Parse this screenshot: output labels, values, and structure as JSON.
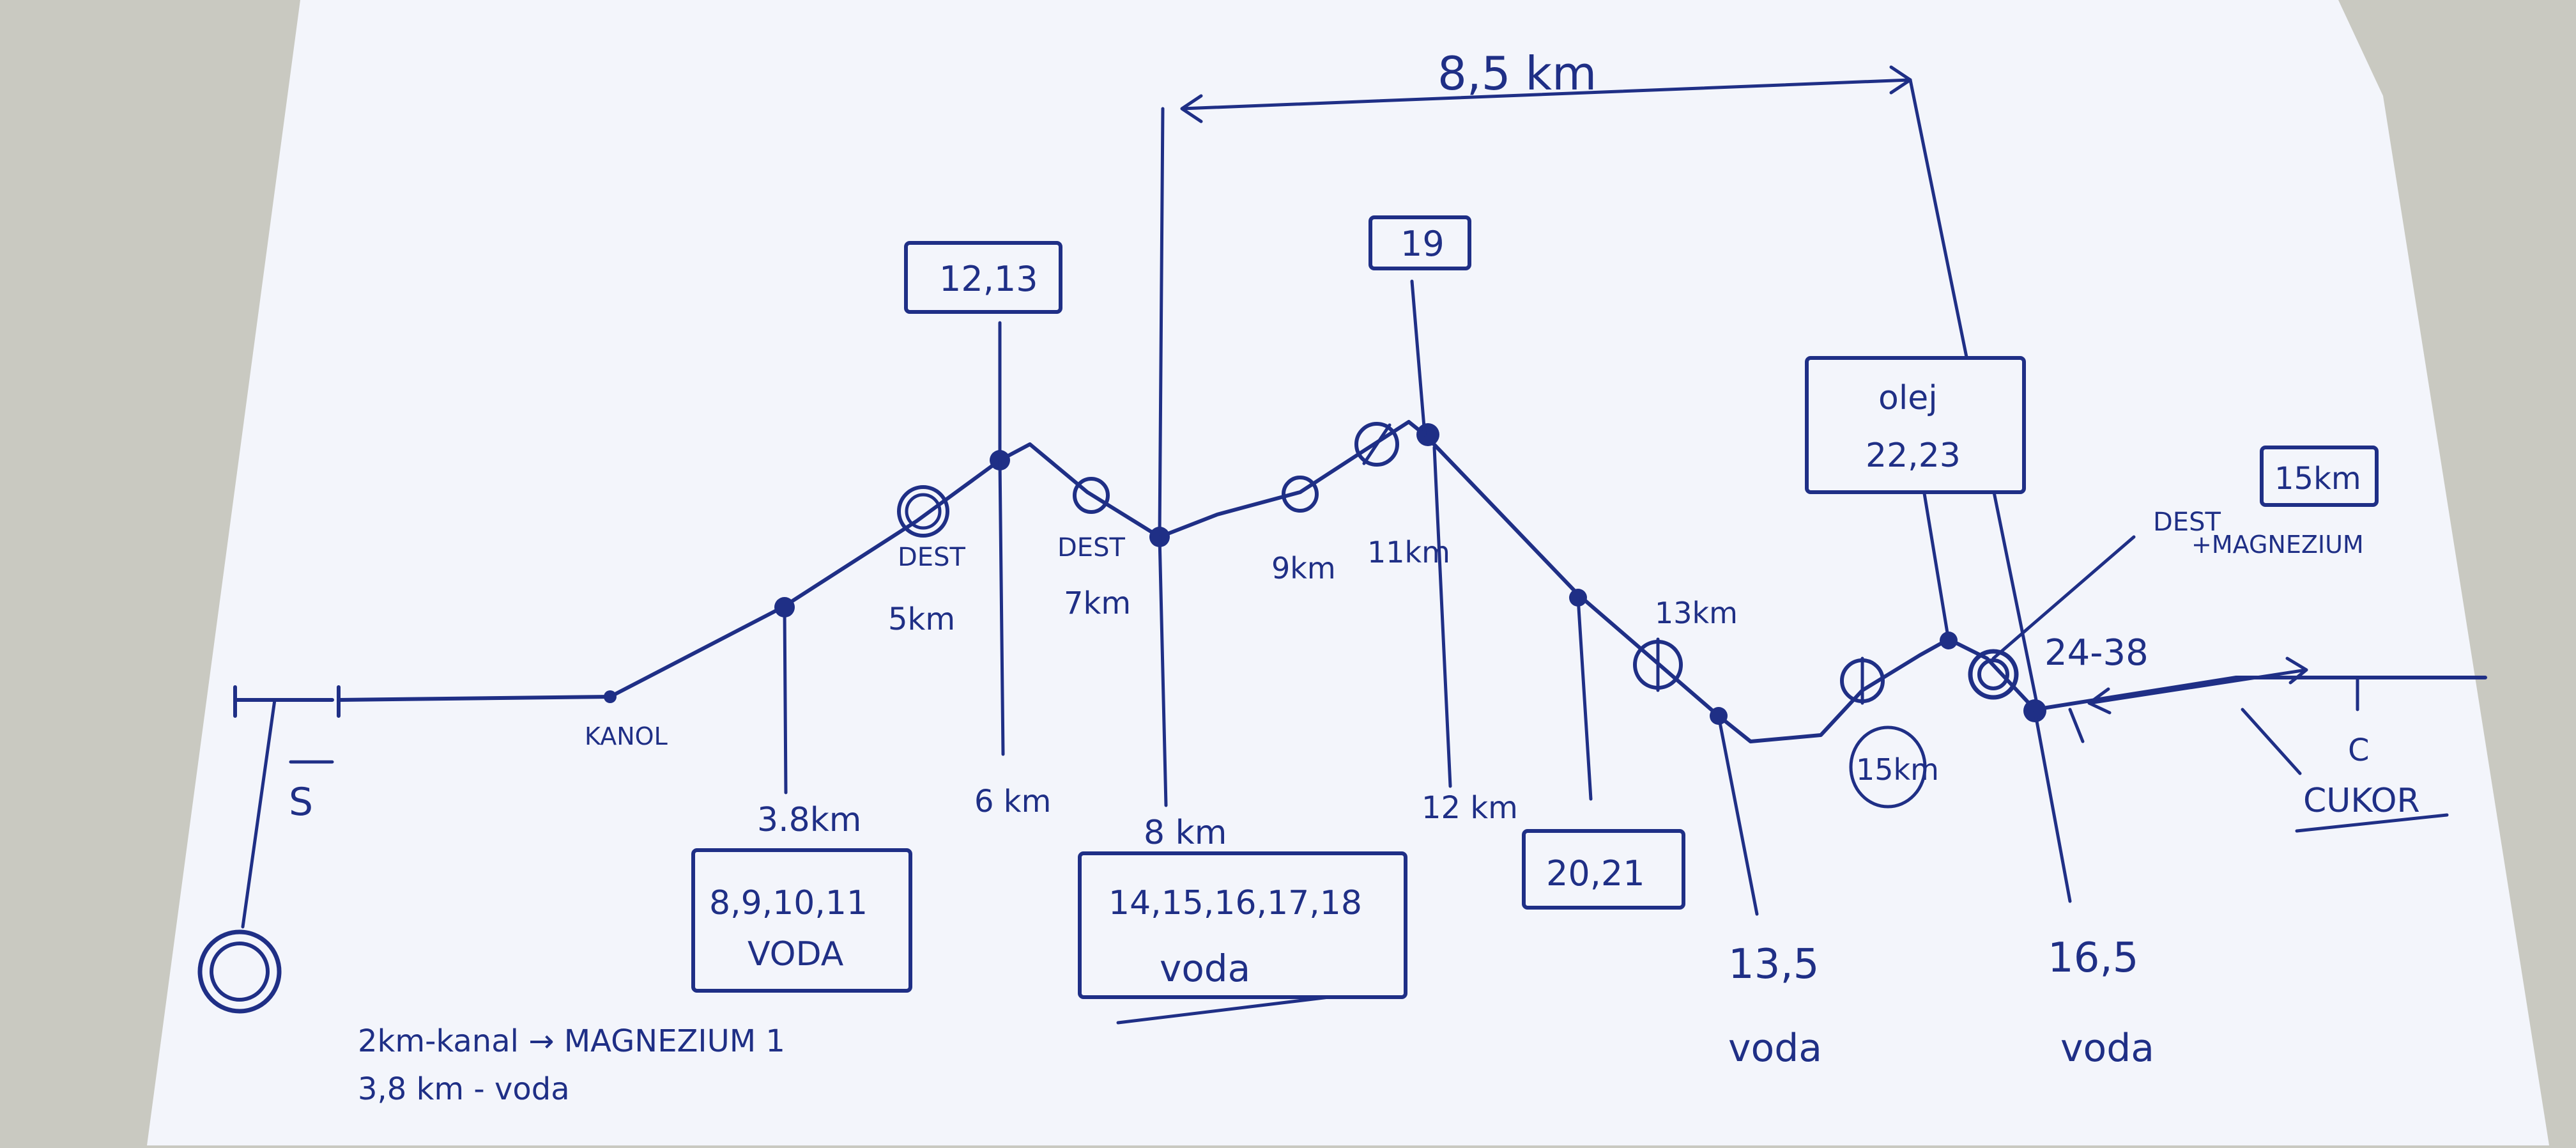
{
  "sheet": {
    "paper_color": "#f3f5fb",
    "ink_color": "#1f2f86",
    "background_color": "#c9c9c1"
  },
  "start": {
    "label": "S"
  },
  "finish": {
    "label": "C",
    "sublabel": "CUKOR"
  },
  "span": {
    "label": "8,5 km"
  },
  "boxes": {
    "b_1213": "12,13",
    "b_19": "19",
    "b_3": "olej",
    "b_3b": "22,23",
    "b_15": "15km",
    "b_8911": "8,9,10,11",
    "b_8911b": "VODA",
    "b_1418": "14,15,16,17,18",
    "b_1418b": "voda",
    "b_2021": "20,21"
  },
  "labels": {
    "kanal": "KANOL",
    "km38": "3.8km",
    "km6": "6 km",
    "km8": "8 km",
    "km12": "12 km",
    "km135": "13,5",
    "km165": "16,5",
    "voda135": "voda",
    "voda165": "voda",
    "dest5": "DEST",
    "dest5km": "5km",
    "dest7": "DEST",
    "dest7km": "7km",
    "km9": "9km",
    "km11": "11km",
    "km13": "13km",
    "km15circle": "15km",
    "range": "24-38",
    "dest_mag": "DEST",
    "dest_mag2": "+MAGNEZIUM"
  },
  "notes": {
    "line1": "2km-kanal → MAGNEZIUM 1",
    "line2": "3,8 km - voda"
  }
}
